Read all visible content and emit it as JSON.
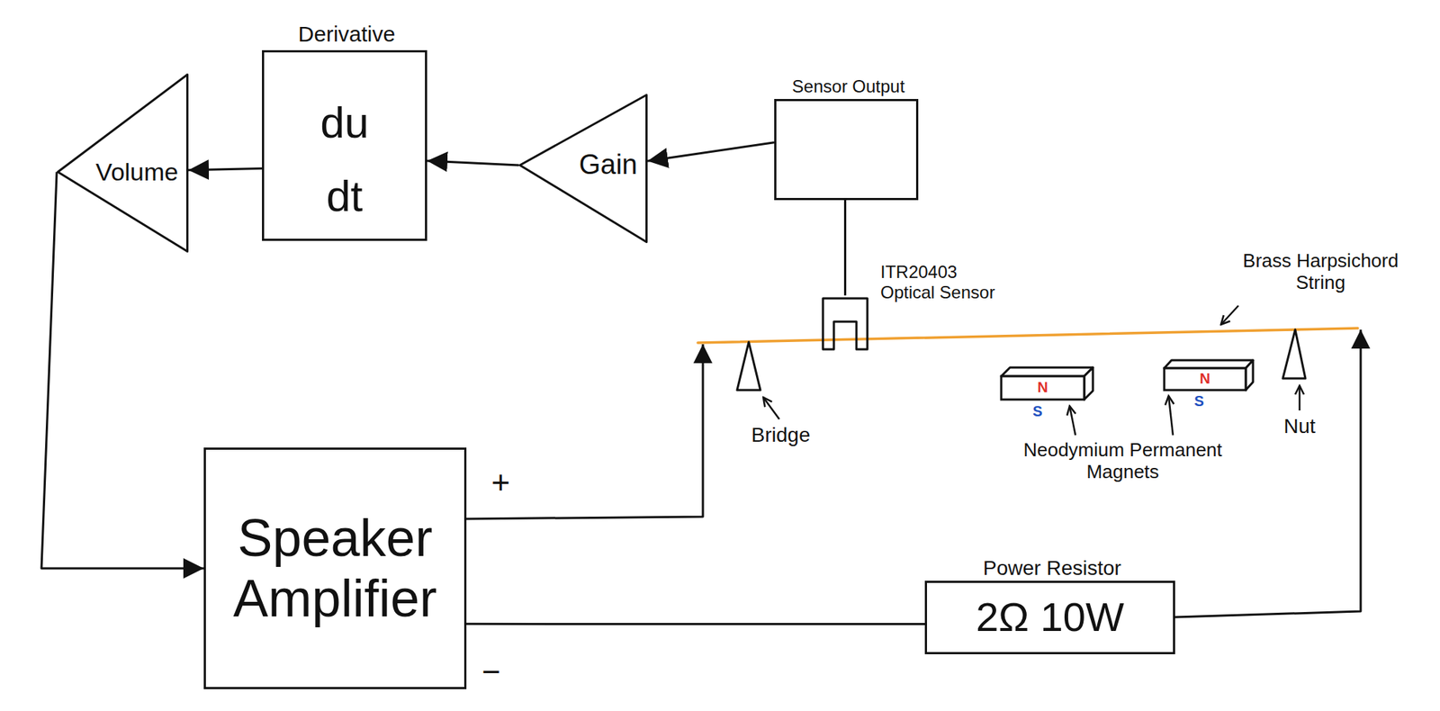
{
  "diagram": {
    "nodes": [
      {
        "text": [
          "Derivative",
          "du",
          "dt"
        ]
      },
      {
        "text": [
          "Volume"
        ]
      },
      {
        "text": [
          "Gain"
        ]
      },
      {
        "text": [
          "Sensor Output"
        ]
      },
      {
        "text": [
          "ITR20403 Optical Sensor"
        ]
      },
      {
        "text": [
          "Speaker Amplifier"
        ]
      },
      {
        "text": [
          "Power Resistor",
          "2Ω 10W"
        ]
      }
    ],
    "edges": [
      {
        "from": 3,
        "to": 2,
        "arrow": "to"
      },
      {
        "from": 2,
        "to": 0,
        "arrow": "to"
      },
      {
        "from": 0,
        "to": 1,
        "arrow": "to"
      },
      {
        "from": 1,
        "to": 5,
        "arrow": "to"
      },
      {
        "from": 4,
        "to": 3,
        "arrow": "none"
      },
      {
        "from": 5,
        "to": 6,
        "arrow": "none"
      }
    ],
    "labels": [
      "+",
      "−",
      "Brass Harpsichord String",
      "Bridge",
      "Nut",
      "Neodymium Permanent Magnets",
      "N",
      "S",
      "N",
      "S"
    ]
  }
}
